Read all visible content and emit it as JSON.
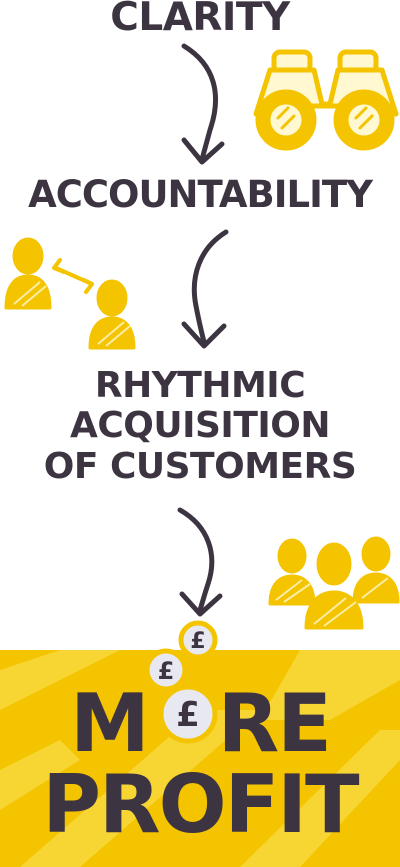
{
  "steps": {
    "step1": "CLARITY",
    "step2": "ACCOUNTABILITY",
    "step3": [
      "RHYTHMIC",
      "ACQUISITION",
      "OF CUSTOMERS"
    ]
  },
  "result": {
    "line1_a": "M",
    "line1_b": "RE",
    "line2": "PROFIT"
  },
  "coin_symbol": "£",
  "colors": {
    "text": "#3d3441",
    "accent": "#f4c400",
    "accent_light": "#f7d634",
    "coin": "#e8e8f0"
  },
  "icons": [
    "binoculars-icon",
    "two-people-exchange-icon",
    "customers-group-icon",
    "pound-coin-icon"
  ]
}
